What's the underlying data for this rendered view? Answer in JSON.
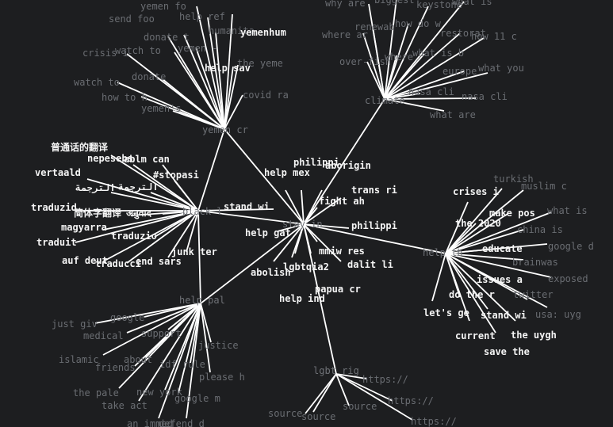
{
  "hubs": [
    {
      "id": "yemen",
      "label": "yemen cr"
    },
    {
      "id": "black",
      "label": "black l"
    },
    {
      "id": "stay",
      "label": "stay in"
    },
    {
      "id": "climate",
      "label": "climate"
    },
    {
      "id": "helpth",
      "label": "help th"
    },
    {
      "id": "helppal",
      "label": "help pal"
    },
    {
      "id": "lgbt",
      "label": "lgbt rig"
    }
  ],
  "links": [
    [
      "yemen",
      "black"
    ],
    [
      "yemen",
      "stay"
    ],
    [
      "climate",
      "stay"
    ],
    [
      "black",
      "stay"
    ],
    [
      "stay",
      "helpth"
    ],
    [
      "stay",
      "helppal"
    ],
    [
      "stay",
      "lgbt"
    ],
    [
      "black",
      "helppal"
    ]
  ],
  "leaves": [
    {
      "hub": "yemen",
      "label": "yemen fo",
      "style": "dim"
    },
    {
      "hub": "yemen",
      "label": "help ref",
      "style": "dim"
    },
    {
      "hub": "yemen",
      "label": "send foo",
      "style": "dim"
    },
    {
      "hub": "yemen",
      "label": "humanita",
      "style": "dim"
    },
    {
      "hub": "yemen",
      "label": "yemenhum",
      "style": "bright"
    },
    {
      "hub": "yemen",
      "label": "donate t",
      "style": "dim"
    },
    {
      "hub": "yemen",
      "label": "crisis i",
      "style": "dim"
    },
    {
      "hub": "yemen",
      "label": "watch to",
      "style": "dim"
    },
    {
      "hub": "yemen",
      "label": "yemen -",
      "style": "dim"
    },
    {
      "hub": "yemen",
      "label": "help sav",
      "style": "bright"
    },
    {
      "hub": "yemen",
      "label": "the yeme",
      "style": "dim"
    },
    {
      "hub": "yemen",
      "label": "donate",
      "style": "dim"
    },
    {
      "hub": "yemen",
      "label": "watch to",
      "style": "dim"
    },
    {
      "hub": "yemen",
      "label": "how to h",
      "style": "dim"
    },
    {
      "hub": "yemen",
      "label": "covid ra",
      "style": "dim"
    },
    {
      "hub": "yemen",
      "label": "yemen's",
      "style": "dim"
    },
    {
      "hub": "climate",
      "label": "why are",
      "style": "dim"
    },
    {
      "hub": "climate",
      "label": "biggest",
      "style": "dim"
    },
    {
      "hub": "climate",
      "label": "keystone",
      "style": "dim"
    },
    {
      "hub": "climate",
      "label": "what is",
      "style": "dim"
    },
    {
      "hub": "climate",
      "label": "where ar",
      "style": "dim"
    },
    {
      "hub": "climate",
      "label": "renewab",
      "style": "dim"
    },
    {
      "hub": "climate",
      "label": "how do w",
      "style": "dim"
    },
    {
      "hub": "climate",
      "label": "restorat",
      "style": "dim"
    },
    {
      "hub": "climate",
      "label": "how 11 c",
      "style": "dim"
    },
    {
      "hub": "climate",
      "label": "over-fish",
      "style": "dim"
    },
    {
      "hub": "climate",
      "label": "where",
      "style": "dim"
    },
    {
      "hub": "climate",
      "label": "what is b",
      "style": "dim"
    },
    {
      "hub": "climate",
      "label": "europe",
      "style": "dim"
    },
    {
      "hub": "climate",
      "label": "what you",
      "style": "dim"
    },
    {
      "hub": "climate",
      "label": "nasa cli",
      "style": "dim"
    },
    {
      "hub": "climate",
      "label": "nasa cli",
      "style": "dim"
    },
    {
      "hub": "climate",
      "label": "what are",
      "style": "dim"
    },
    {
      "hub": "black",
      "label": "普通话的翻译",
      "style": "bright"
    },
    {
      "hub": "black",
      "label": "nepesebs",
      "style": "bright"
    },
    {
      "hub": "black",
      "label": "ablm can",
      "style": "bright"
    },
    {
      "hub": "black",
      "label": "vertaald",
      "style": "bright"
    },
    {
      "hub": "black",
      "label": "#stopasi",
      "style": "bright"
    },
    {
      "hub": "black",
      "label": "الترجمة",
      "style": "bright"
    },
    {
      "hub": "black",
      "label": "الترجمة",
      "style": "bright"
    },
    {
      "hub": "black",
      "label": "traduzid",
      "style": "bright"
    },
    {
      "hub": "black",
      "label": "简体字翻译",
      "style": "bright"
    },
    {
      "hub": "black",
      "label": "अनुवाद",
      "style": "bright"
    },
    {
      "hub": "black",
      "label": "magyarra",
      "style": "bright"
    },
    {
      "hub": "black",
      "label": "traduzio",
      "style": "bright"
    },
    {
      "hub": "black",
      "label": "traduit",
      "style": "bright"
    },
    {
      "hub": "black",
      "label": "junk ter",
      "style": "bright"
    },
    {
      "hub": "black",
      "label": "auf deut",
      "style": "bright"
    },
    {
      "hub": "black",
      "label": "traducci",
      "style": "bright"
    },
    {
      "hub": "black",
      "label": "end sars",
      "style": "bright"
    },
    {
      "hub": "black",
      "label": "stand wi",
      "style": "bright"
    },
    {
      "hub": "stay",
      "label": "philippi",
      "style": "bright"
    },
    {
      "hub": "stay",
      "label": "aborigin",
      "style": "bright"
    },
    {
      "hub": "stay",
      "label": "help mex",
      "style": "bright"
    },
    {
      "hub": "stay",
      "label": "trans ri",
      "style": "bright"
    },
    {
      "hub": "stay",
      "label": "fight ah",
      "style": "bright"
    },
    {
      "hub": "stay",
      "label": "philippi",
      "style": "bright"
    },
    {
      "hub": "stay",
      "label": "help gat",
      "style": "bright"
    },
    {
      "hub": "stay",
      "label": "mmiw res",
      "style": "bright"
    },
    {
      "hub": "stay",
      "label": "dalit li",
      "style": "bright"
    },
    {
      "hub": "stay",
      "label": "lgbtqia2",
      "style": "bright"
    },
    {
      "hub": "stay",
      "label": "abolish",
      "style": "bright"
    },
    {
      "hub": "stay",
      "label": "papua cr",
      "style": "bright"
    },
    {
      "hub": "stay",
      "label": "help ind",
      "style": "bright"
    },
    {
      "hub": "helpth",
      "label": "turkish",
      "style": "dim"
    },
    {
      "hub": "helpth",
      "label": "crises i",
      "style": "bright"
    },
    {
      "hub": "helpth",
      "label": "muslim c",
      "style": "dim"
    },
    {
      "hub": "helpth",
      "label": "make pos",
      "style": "bright"
    },
    {
      "hub": "helpth",
      "label": "what is",
      "style": "dim"
    },
    {
      "hub": "helpth",
      "label": "the 2020",
      "style": "bright"
    },
    {
      "hub": "helpth",
      "label": "china is",
      "style": "dim"
    },
    {
      "hub": "helpth",
      "label": "google d",
      "style": "dim"
    },
    {
      "hub": "helpth",
      "label": "educate",
      "style": "bright"
    },
    {
      "hub": "helpth",
      "label": "brainwas",
      "style": "dim"
    },
    {
      "hub": "helpth",
      "label": "exposed",
      "style": "dim"
    },
    {
      "hub": "helpth",
      "label": "issues a",
      "style": "bright"
    },
    {
      "hub": "helpth",
      "label": "do the r",
      "style": "bright"
    },
    {
      "hub": "helpth",
      "label": "twitter",
      "style": "dim"
    },
    {
      "hub": "helpth",
      "label": "let's ge",
      "style": "bright"
    },
    {
      "hub": "helpth",
      "label": "stand wi",
      "style": "bright"
    },
    {
      "hub": "helpth",
      "label": "usa: uyg",
      "style": "dim"
    },
    {
      "hub": "helpth",
      "label": "current",
      "style": "bright"
    },
    {
      "hub": "helpth",
      "label": "the uygh",
      "style": "bright"
    },
    {
      "hub": "helpth",
      "label": "save the",
      "style": "bright"
    },
    {
      "hub": "helppal",
      "label": "google",
      "style": "dim"
    },
    {
      "hub": "helppal",
      "label": "just giv",
      "style": "dim"
    },
    {
      "hub": "helppal",
      "label": "support",
      "style": "dim"
    },
    {
      "hub": "helppal",
      "label": "medical",
      "style": "dim"
    },
    {
      "hub": "helppal",
      "label": "justice",
      "style": "dim"
    },
    {
      "hub": "helppal",
      "label": "islamic",
      "style": "dim"
    },
    {
      "hub": "helppal",
      "label": "about",
      "style": "dim"
    },
    {
      "hub": "helppal",
      "label": "friends",
      "style": "dim"
    },
    {
      "hub": "helppal",
      "label": "idf rule",
      "style": "dim"
    },
    {
      "hub": "helppal",
      "label": "please h",
      "style": "dim"
    },
    {
      "hub": "helppal",
      "label": "the pale",
      "style": "dim"
    },
    {
      "hub": "helppal",
      "label": "new york",
      "style": "dim"
    },
    {
      "hub": "helppal",
      "label": "google m",
      "style": "dim"
    },
    {
      "hub": "helppal",
      "label": "take act",
      "style": "dim"
    },
    {
      "hub": "helppal",
      "label": "an immed",
      "style": "dim"
    },
    {
      "hub": "helppal",
      "label": "defend d",
      "style": "dim"
    },
    {
      "hub": "lgbt",
      "label": "https://",
      "style": "dim"
    },
    {
      "hub": "lgbt",
      "label": "https://",
      "style": "dim"
    },
    {
      "hub": "lgbt",
      "label": "source",
      "style": "dim"
    },
    {
      "hub": "lgbt",
      "label": "source",
      "style": "dim"
    },
    {
      "hub": "lgbt",
      "label": "source",
      "style": "dim"
    },
    {
      "hub": "lgbt",
      "label": "https://",
      "style": "dim"
    }
  ]
}
